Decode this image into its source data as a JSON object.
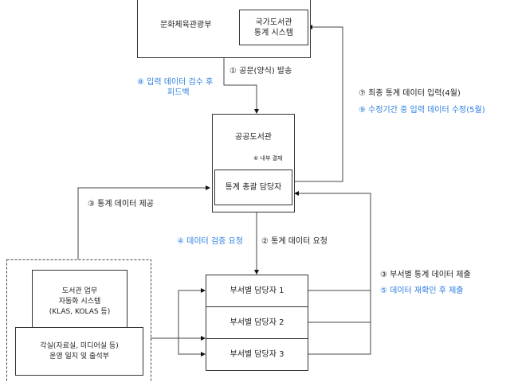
{
  "nodes": {
    "ministry": "문화체육관광부",
    "national_system_1": "국가도서관",
    "national_system_2": "통계 시스템",
    "public_library": "공공도서관",
    "manager": "통계 총괄 담당자",
    "dept1": "부서별 담당자 1",
    "dept2": "부서별 담당자 2",
    "dept3": "부서별 담당자 3",
    "automation_1": "도서관 업무",
    "automation_2": "자동화 시스템",
    "automation_3": "(KLAS, KOLAS 등)",
    "rooms_1": "각실(자료실, 미디어실 등)",
    "rooms_2": "운영 일지 및 출석부"
  },
  "labels": {
    "step1": "① 공문(양식) 발송",
    "step2": "② 통계 데이터 요청",
    "step3a": "③ 통계 데이터 제공",
    "step3b": "③ 부서별 통계 데이터 제출",
    "step4": "④ 데이터 검증 요청",
    "step5": "⑤ 데이터 재확인 후 제출",
    "step6": "⑥ 내부 결재",
    "step7": "⑦ 최종 통계 데이터 입력(4월)",
    "step8_1": "⑧ 입력 데이터 검수 후",
    "step8_2": "피드백",
    "step9": "⑨ 수정기간 중 입력 데이터 수정(5월)"
  },
  "colors": {
    "highlight": "#2a7de1",
    "line": "#333333"
  }
}
